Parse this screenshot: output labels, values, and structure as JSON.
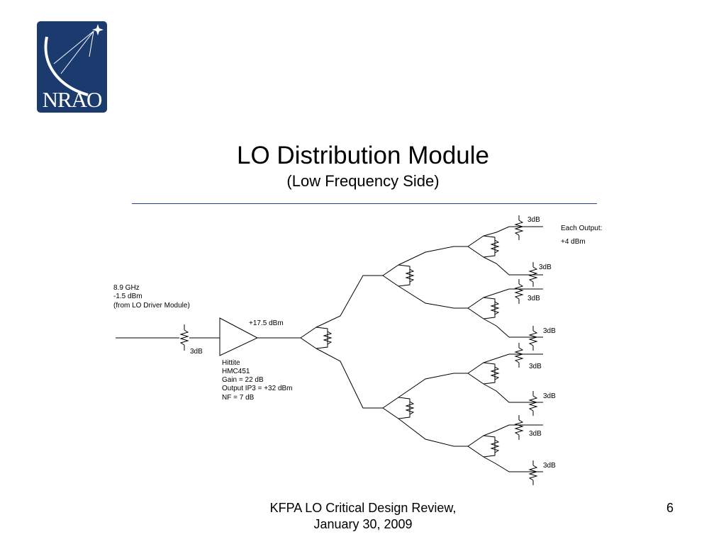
{
  "logo": {
    "text": "NRAO"
  },
  "title": "LO Distribution Module",
  "subtitle": "(Low Frequency Side)",
  "diagram": {
    "input_label": [
      "8.9 GHz",
      "-1.5 dBm",
      "(from LO Driver Module)"
    ],
    "input_attenuator_label": "3dB",
    "amp_output_label": "+17.5 dBm",
    "amp_spec": [
      "Hittite",
      "HMC451",
      "Gain = 22 dB",
      "Output IP3 = +32 dBm",
      "NF = 7 dB"
    ],
    "each_output_label": "Each Output:",
    "each_output_level": "+4 dBm",
    "output_attenuators": [
      "3dB",
      "3dB",
      "3dB",
      "3dB",
      "3dB",
      "3dB",
      "3dB",
      "3dB"
    ]
  },
  "footer": {
    "line1": "KFPA LO Critical Design Review,",
    "line2": "January 30, 2009"
  },
  "page_number": "6"
}
